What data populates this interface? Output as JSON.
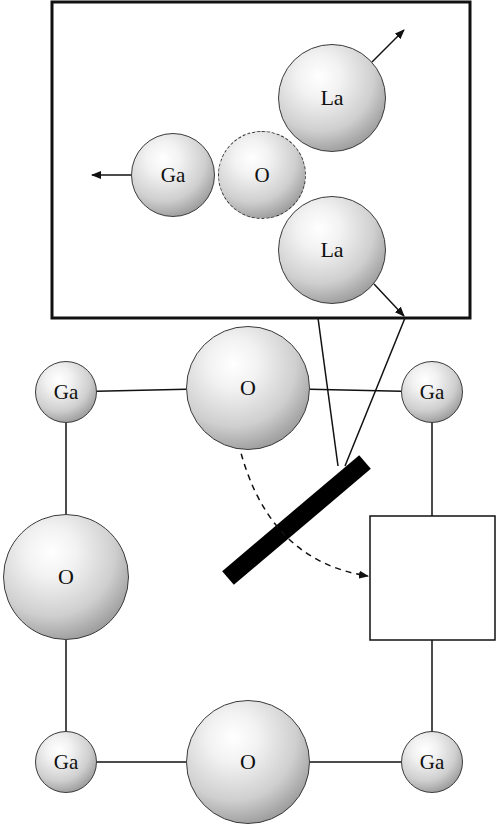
{
  "diagram": {
    "nodes": [
      {
        "text": [
          "La"
        ]
      },
      {
        "text": [
          "Ga"
        ]
      },
      {
        "text": [
          "O"
        ]
      },
      {
        "text": [
          "La"
        ]
      },
      {
        "text": [
          "Ga"
        ]
      },
      {
        "text": [
          "O"
        ]
      },
      {
        "text": [
          "Ga"
        ]
      },
      {
        "text": [
          "O"
        ]
      },
      {
        "text": [
          "Ga"
        ]
      },
      {
        "text": [
          "O"
        ]
      },
      {
        "text": [
          "Ga"
        ]
      }
    ],
    "edges": [
      {
        "from": 4,
        "to": 5,
        "arrow": "none"
      },
      {
        "from": 5,
        "to": 6,
        "arrow": "none"
      },
      {
        "from": 4,
        "to": 7,
        "arrow": "none"
      },
      {
        "from": 7,
        "to": 8,
        "arrow": "none"
      },
      {
        "from": 8,
        "to": 9,
        "arrow": "none"
      },
      {
        "from": 9,
        "to": 10,
        "arrow": "none"
      }
    ]
  }
}
